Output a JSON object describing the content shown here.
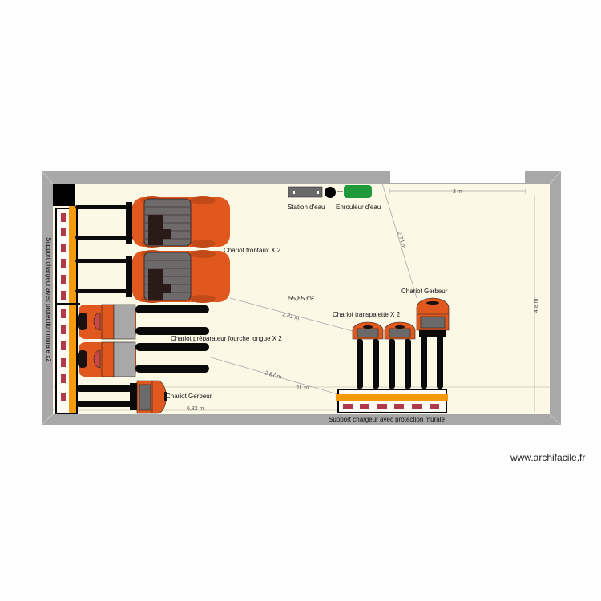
{
  "plan": {
    "area": "55,85 m²",
    "colors": {
      "wall": "#a8a8a8",
      "floor": "#fcf8e6",
      "truck_orange": "#e0581e",
      "charger_bar": "#f59a0a",
      "charger_plug": "#b0394a",
      "fork_black": "#0a0a0a",
      "panel_gray": "#6a6a6a",
      "hose_green": "#1f9a3a"
    },
    "labels": {
      "left_support": "Support chargeur avec protection murale x2",
      "bottom_support": "Support chargeur avec protection murale",
      "frontaux": "Chariot frontaux X 2",
      "preparateur": "Chariot préparateur fourche longue X 2",
      "gerbeur_left": "Chariot Gerbeur",
      "gerbeur_right": "Chariot Gerbeur",
      "transpalette": "Chariot transpalette X 2",
      "station_eau": "Station d'eau",
      "enrouleur_eau": "Enrouleur d'eau"
    },
    "dimensions": {
      "top_width": "3 m",
      "right_height": "4,8 m",
      "diag_1": "2,74 m",
      "diag_2": "2,81 m",
      "diag_3": "2,87 m",
      "inner_length": "11 m",
      "bottom_left": "6,32 m"
    }
  },
  "footer": {
    "credit": "www.archifacile.fr"
  }
}
